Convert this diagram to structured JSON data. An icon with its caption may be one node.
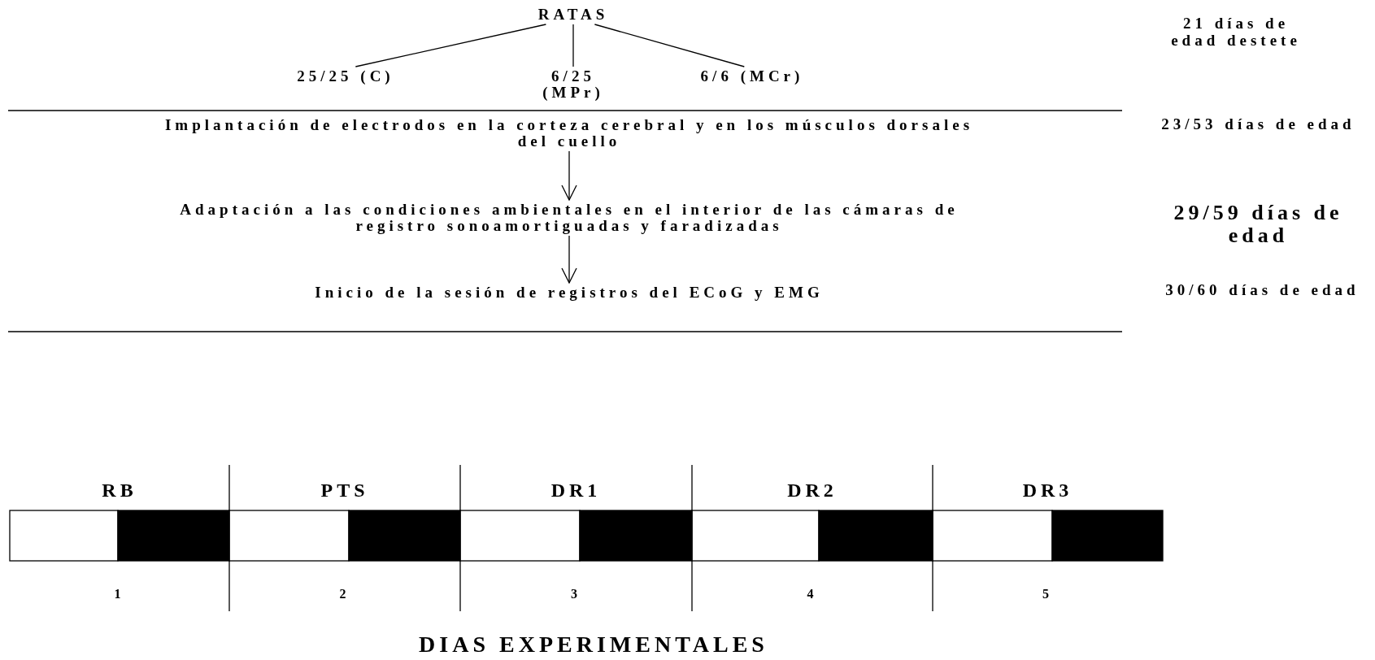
{
  "diagram": {
    "caption": "DIAS EXPERIMENTALES",
    "nodes": [
      {
        "text": [
          "RATAS"
        ]
      },
      {
        "text": [
          "25/25 (C)"
        ]
      },
      {
        "text": [
          "6/25 (MPr)"
        ]
      },
      {
        "text": [
          "6/6 (MCr)"
        ]
      },
      {
        "text": [
          "Implantación de electrodos en la corteza cerebral y en los músculos dorsales del cuello"
        ]
      },
      {
        "text": [
          "Adaptación a las condiciones ambientales en el interior de las cámaras de registro sonoamortiguadas y faradizadas"
        ]
      },
      {
        "text": [
          "Inicio de la sesión de registros  del ECoG y EMG"
        ]
      }
    ],
    "edges": [
      {
        "from": 0,
        "to": 1,
        "arrow": "none"
      },
      {
        "from": 0,
        "to": 2,
        "arrow": "none"
      },
      {
        "from": 0,
        "to": 3,
        "arrow": "none"
      },
      {
        "from": 4,
        "to": 5,
        "arrow": "to"
      },
      {
        "from": 5,
        "to": 6,
        "arrow": "to"
      }
    ],
    "labels": [
      "21 días de edad destete",
      "23/53 días de edad",
      "29/59 días de edad",
      "30/60 días de edad",
      "RB",
      "PTS",
      "DR1",
      "DR2",
      "DR3",
      "1",
      "2",
      "3",
      "4",
      "5"
    ]
  }
}
